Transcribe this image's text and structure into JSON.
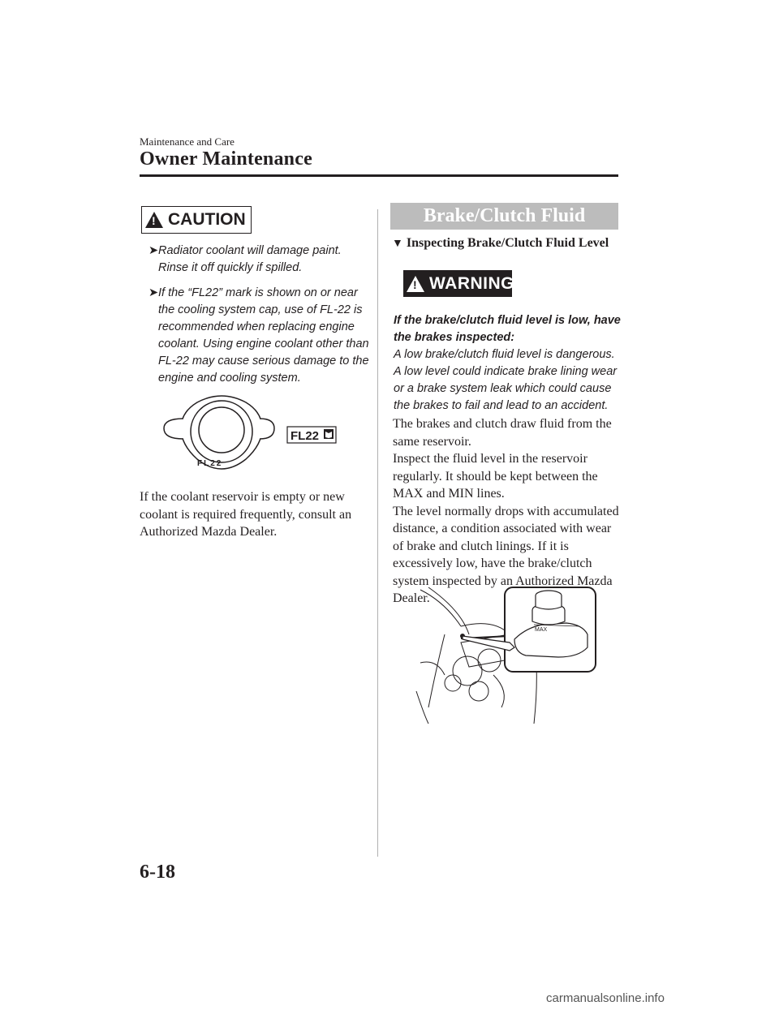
{
  "header": {
    "section": "Maintenance and Care",
    "title": "Owner Maintenance"
  },
  "caution": {
    "label": "CAUTION",
    "bullets": [
      "Radiator coolant will damage paint. Rinse it off quickly if spilled.",
      "If the “FL22” mark is shown on or near the cooling system cap, use of FL-22 is recommended when replacing engine coolant. Using engine coolant other than FL-22 may cause serious damage to the engine and cooling system."
    ]
  },
  "cap_figure": {
    "cap_text": "FL22",
    "badge_text": "FL22"
  },
  "coolant_paragraph": "If the coolant reservoir is empty or new coolant is required frequently, consult an Authorized Mazda Dealer.",
  "brake": {
    "section_title": "Brake/Clutch Fluid",
    "subheading": "Inspecting Brake/Clutch Fluid Level",
    "warning_label": "WARNING",
    "warning_bold": "If the brake/clutch fluid level is low, have the brakes inspected:",
    "warning_text": "A low brake/clutch fluid level is dangerous. A low level could indicate brake lining wear or a brake system leak which could cause the brakes to fail and lead to an accident.",
    "body": "The brakes and clutch draw fluid from the same reservoir.\nInspect the fluid level in the reservoir regularly. It should be kept between the MAX and MIN lines.\nThe level normally drops with accumulated distance, a condition associated with wear of brake and clutch linings. If it is excessively low, have the brake/clutch system inspected by an Authorized Mazda Dealer.",
    "reservoir_label": "MAX"
  },
  "page_number": "6-18",
  "footer": "carmanualsonline.info"
}
